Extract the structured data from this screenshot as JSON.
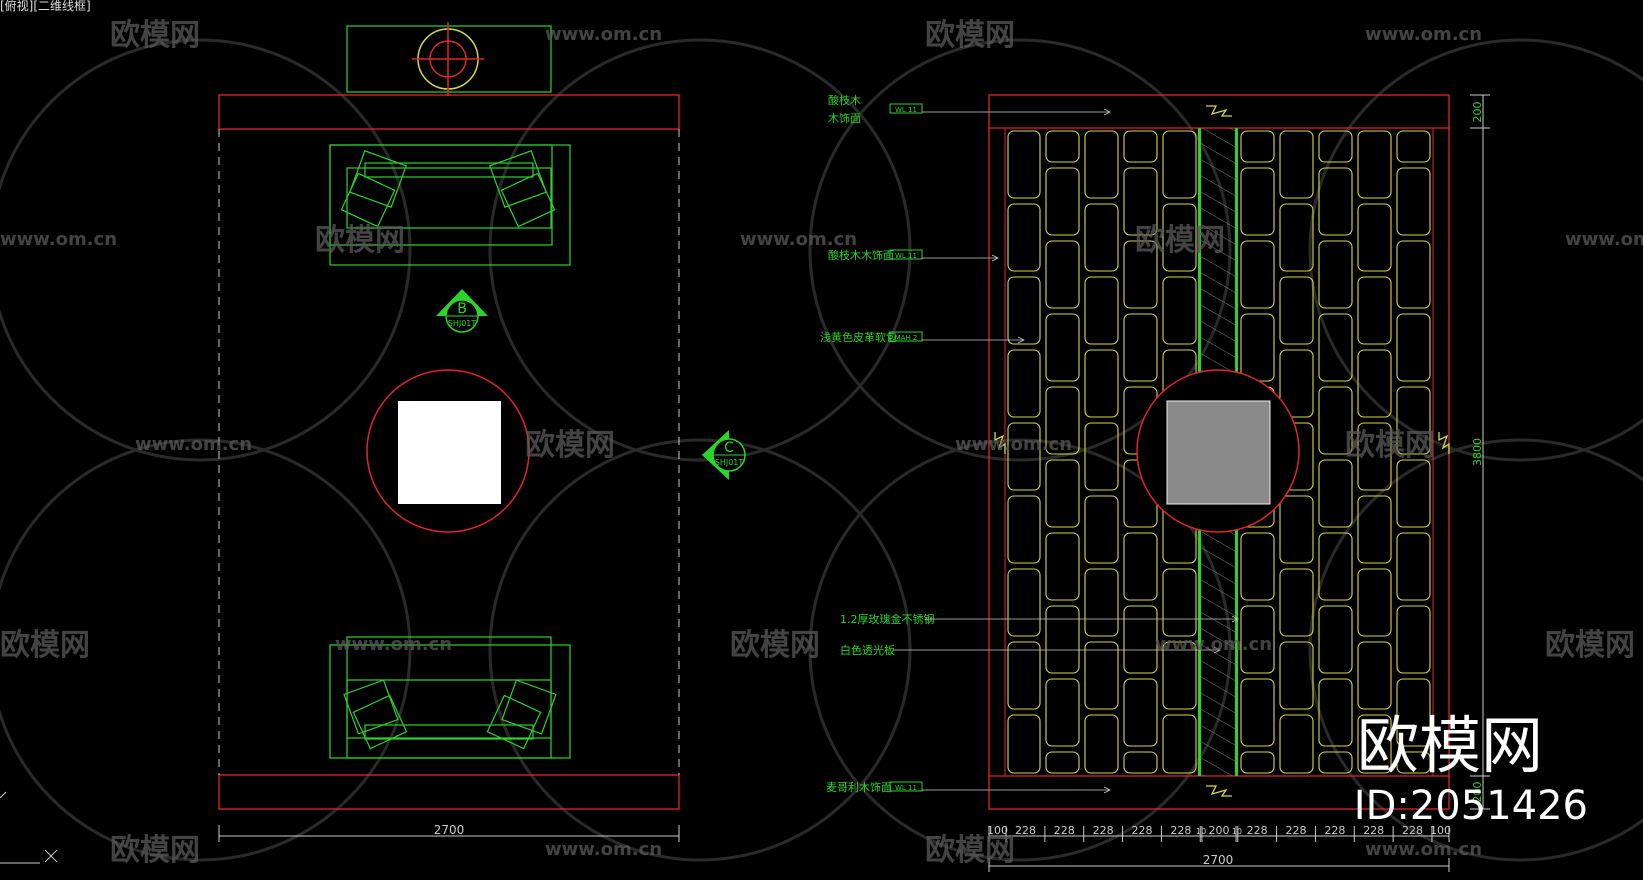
{
  "viewport_label": "[俯视][二维线框]",
  "watermark": {
    "brand": "欧模网",
    "url": "www.om.cn"
  },
  "brand_overlay": {
    "name": "欧模网",
    "id": "ID:2051426"
  },
  "plan": {
    "overall_width": "2700",
    "section_marks": [
      {
        "letter": "B",
        "ref": "SHJ01T"
      },
      {
        "letter": "C",
        "ref": "SHJ01T"
      }
    ]
  },
  "elevation": {
    "overall_width": "2700",
    "segment_dims": [
      "100",
      "228",
      "228",
      "228",
      "228",
      "228",
      "10",
      "200",
      "10",
      "228",
      "228",
      "228",
      "228",
      "228",
      "100"
    ],
    "vertical_dims": [
      "200",
      "3800",
      "200"
    ],
    "annotations": [
      {
        "text": "酸枝木",
        "text2": "木饰面",
        "code": "WL 11"
      },
      {
        "text": "酸枝木木饰面",
        "code": "WL 11"
      },
      {
        "text": "浅黄色皮革软包",
        "code": "MAH 2"
      },
      {
        "text": "1.2厚玫瑰金不锈钢",
        "code": ""
      },
      {
        "text": "白色透光板",
        "code": ""
      },
      {
        "text": "麦哥利木饰面",
        "code": "WL 11"
      }
    ]
  },
  "colors": {
    "background": "#000000",
    "red": "#e0252a",
    "green": "#2bd42b",
    "yellow": "#d6d650",
    "white": "#ffffff",
    "gray": "#8a8a8a"
  }
}
